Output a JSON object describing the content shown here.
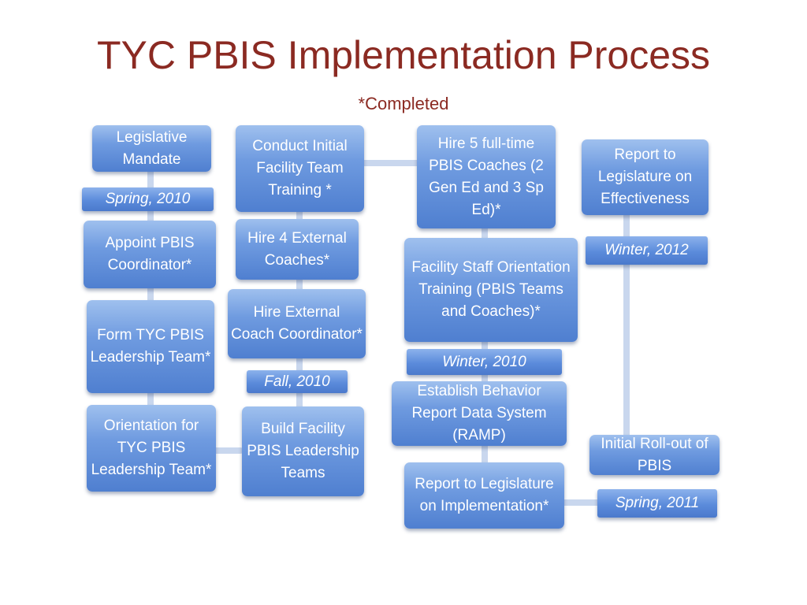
{
  "title": "TYC PBIS Implementation Process",
  "subtitle": "*Completed",
  "colors": {
    "title": "#8b2a22",
    "box_top": "#9fc0ee",
    "box_bottom": "#4f7fd0",
    "connector": "#c9d7ee"
  },
  "boxes": {
    "legislative_mandate": "Legislative Mandate",
    "appoint_coordinator": "Appoint PBIS Coordinator*",
    "form_leadership_team": "Form TYC PBIS Leadership Team*",
    "orientation_leadership_team": "Orientation for  TYC PBIS Leadership Team*",
    "conduct_training": "Conduct Initial Facility Team Training *",
    "hire_external_coaches": "Hire 4 External Coaches*",
    "hire_coach_coordinator": "Hire External Coach Coordinator*",
    "build_facility_teams": "Build Facility PBIS Leadership Teams",
    "hire_pbis_coaches": "Hire 5 full-time PBIS Coaches  (2 Gen Ed and 3 Sp Ed)*",
    "staff_orientation": "Facility Staff Orientation Training (PBIS Teams and Coaches)*",
    "establish_ramp": "Establish Behavior Report Data System (RAMP)",
    "report_implementation": "Report to Legislature on Implementation*",
    "report_effectiveness": "Report to Legislature on Effectiveness",
    "initial_rollout": "Initial Roll-out of PBIS"
  },
  "dates": {
    "spring_2010": "Spring, 2010",
    "fall_2010": "Fall, 2010",
    "winter_2010": "Winter, 2010",
    "spring_2011": "Spring, 2011",
    "winter_2012": "Winter, 2012"
  }
}
